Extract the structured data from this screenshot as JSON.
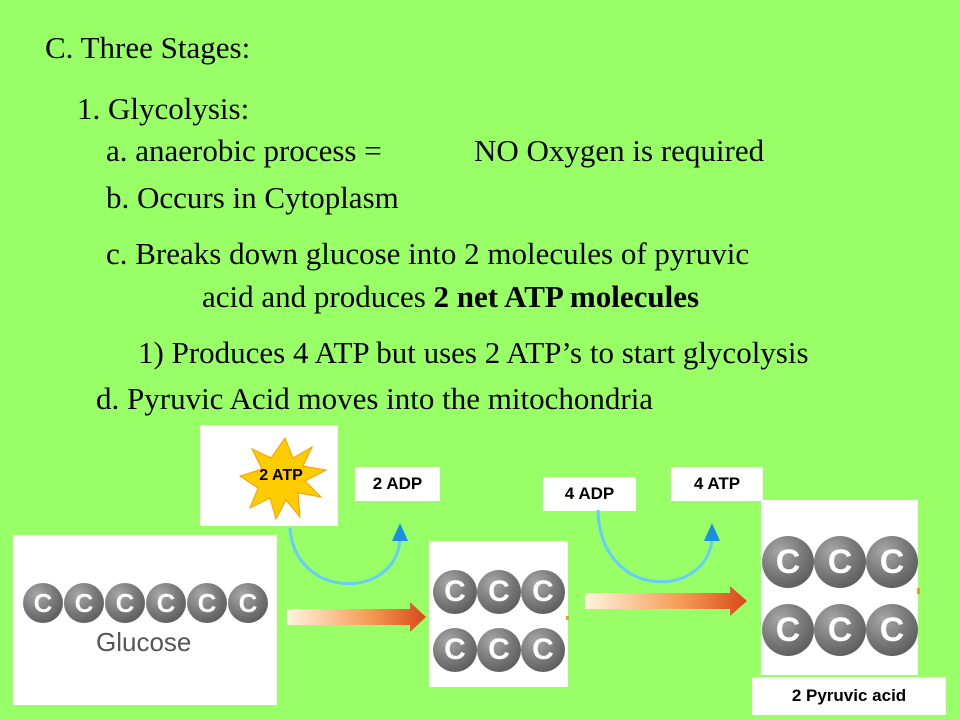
{
  "heading": "C. Three Stages:",
  "stage1_title": "1. Glycolysis:",
  "point_a_left": "a. anaerobic process =",
  "point_a_right": "NO Oxygen is required",
  "point_b": "b. Occurs in Cytoplasm",
  "point_c_line1": "c. Breaks down glucose into 2 molecules of pyruvic",
  "point_c_line2_plain": "acid and produces ",
  "point_c_line2_bold": "2 net ATP molecules",
  "point_c1": "1) Produces 4 ATP but uses 2 ATP’s to start glycolysis",
  "point_d": "d. Pyruvic Acid moves into the mitochondria",
  "diagram": {
    "atp_in": "2 ATP",
    "adp_out": "2 ADP",
    "adp_in": "4 ADP",
    "atp_out": "4 ATP",
    "glucose_label": "Glucose",
    "product_label": "2 Pyruvic acid",
    "carbon_symbol": "C"
  },
  "colors": {
    "background": "#99ff66",
    "starburst": "#ffcc00",
    "curve": "#66ccff",
    "arrowhead": "#1a8fe0",
    "reaction_arrow": "#e25a1c"
  }
}
